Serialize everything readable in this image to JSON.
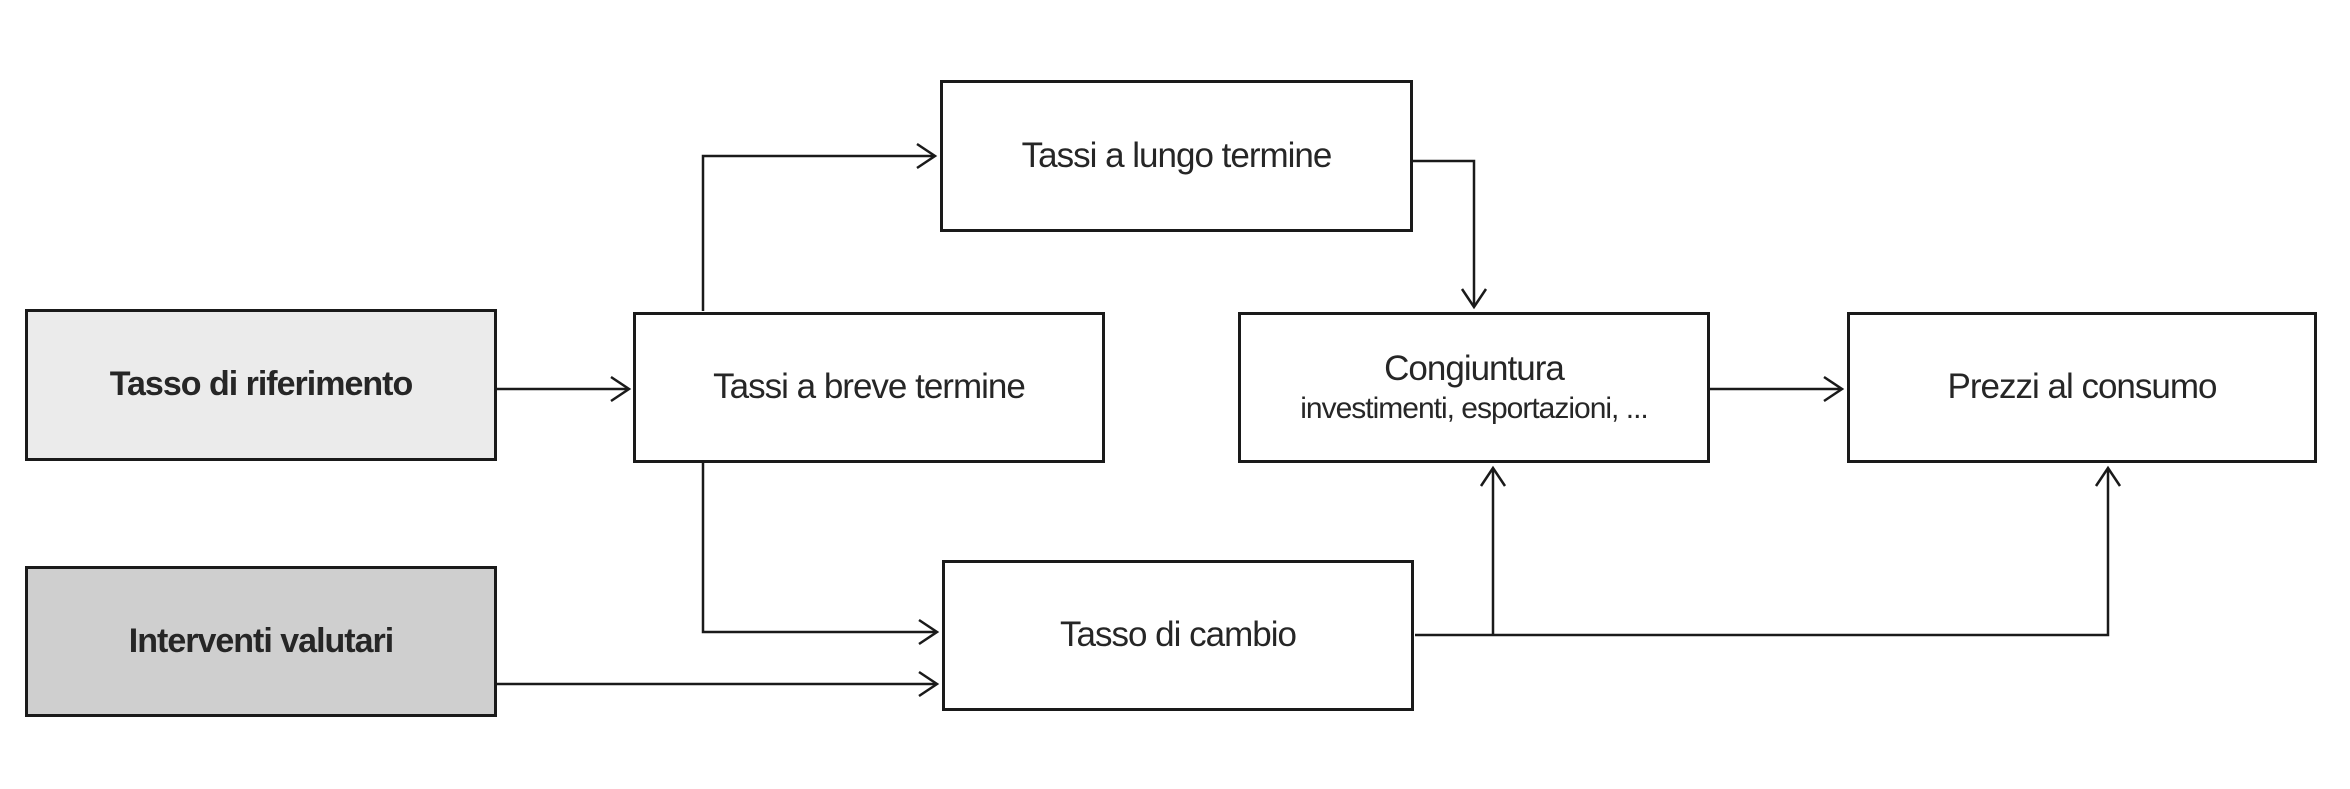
{
  "diagram": {
    "nodes": {
      "riferimento": {
        "label": "Tasso di riferimento"
      },
      "valutari": {
        "label": "Interventi valutari"
      },
      "breve": {
        "label": "Tassi a breve termine"
      },
      "lungo": {
        "label": "Tassi a lungo termine"
      },
      "cambio": {
        "label": "Tasso di cambio"
      },
      "congiuntura": {
        "label": "Congiuntura",
        "sublabel": "investimenti, esportazioni, ..."
      },
      "prezzi": {
        "label": "Prezzi al consumo"
      }
    },
    "edges": [
      {
        "from": "riferimento",
        "to": "breve"
      },
      {
        "from": "breve",
        "to": "lungo"
      },
      {
        "from": "lungo",
        "to": "congiuntura"
      },
      {
        "from": "breve",
        "to": "cambio"
      },
      {
        "from": "valutari",
        "to": "cambio"
      },
      {
        "from": "cambio",
        "to": "congiuntura"
      },
      {
        "from": "congiuntura",
        "to": "prezzi"
      },
      {
        "from": "cambio",
        "to": "prezzi"
      }
    ],
    "colors": {
      "box_border": "#1a1a1a",
      "box_fill": "#ffffff",
      "input_light_fill": "#ebebeb",
      "input_dark_fill": "#cfcfcf",
      "arrow": "#1a1a1a",
      "text": "#262626",
      "background": "#ffffff"
    }
  }
}
